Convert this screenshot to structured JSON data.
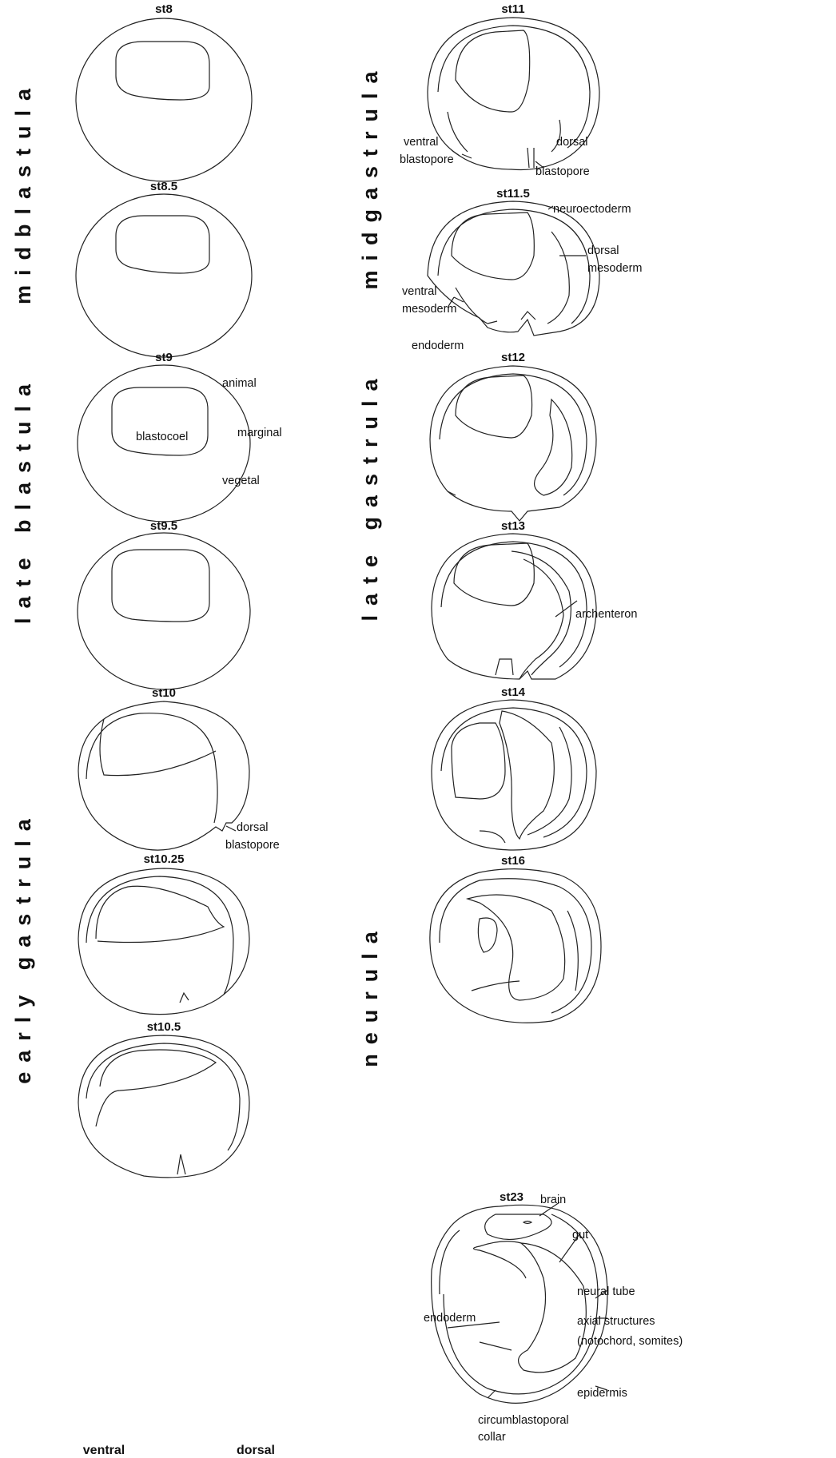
{
  "side_labels": {
    "midblastula": "midblastula",
    "late_blastula": "late blastula",
    "early_gastrula": "early gastrula",
    "midgastrula": "midgastrula",
    "late_gastrula": "late gastrula",
    "neurula": "neurula"
  },
  "stages": {
    "st8": "st8",
    "st8_5": "st8.5",
    "st9": "st9",
    "st9_5": "st9.5",
    "st10": "st10",
    "st10_25": "st10.25",
    "st10_5": "st10.5",
    "st11": "st11",
    "st11_5": "st11.5",
    "st12": "st12",
    "st13": "st13",
    "st14": "st14",
    "st16": "st16",
    "st23": "st23"
  },
  "labels": {
    "animal": "animal",
    "blastocoel": "blastocoel",
    "marginal": "marginal",
    "vegetal": "vegetal",
    "st10_dorsal": "dorsal",
    "st10_blastopore": "blastopore",
    "st11_ventral": "ventral",
    "st11_ventral_blastopore": "blastopore",
    "st11_dorsal": "dorsal",
    "st11_dorsal_blastopore": "blastopore",
    "neuroectoderm": "neuroectoderm",
    "dorsal_mesoderm_1": "dorsal",
    "dorsal_mesoderm_2": "mesoderm",
    "ventral_mesoderm_1": "ventral",
    "ventral_mesoderm_2": "mesoderm",
    "st11_5_endoderm": "endoderm",
    "archenteron": "archenteron",
    "brain": "brain",
    "gut": "gut",
    "neural_tube": "neural tube",
    "axial_1": "axial structures",
    "axial_2": "(notochord, somites)",
    "st23_endoderm": "endoderm",
    "epidermis": "epidermis",
    "collar_1": "circumblastoporal",
    "collar_2": "collar"
  },
  "axis": {
    "ventral": "ventral",
    "dorsal": "dorsal"
  }
}
